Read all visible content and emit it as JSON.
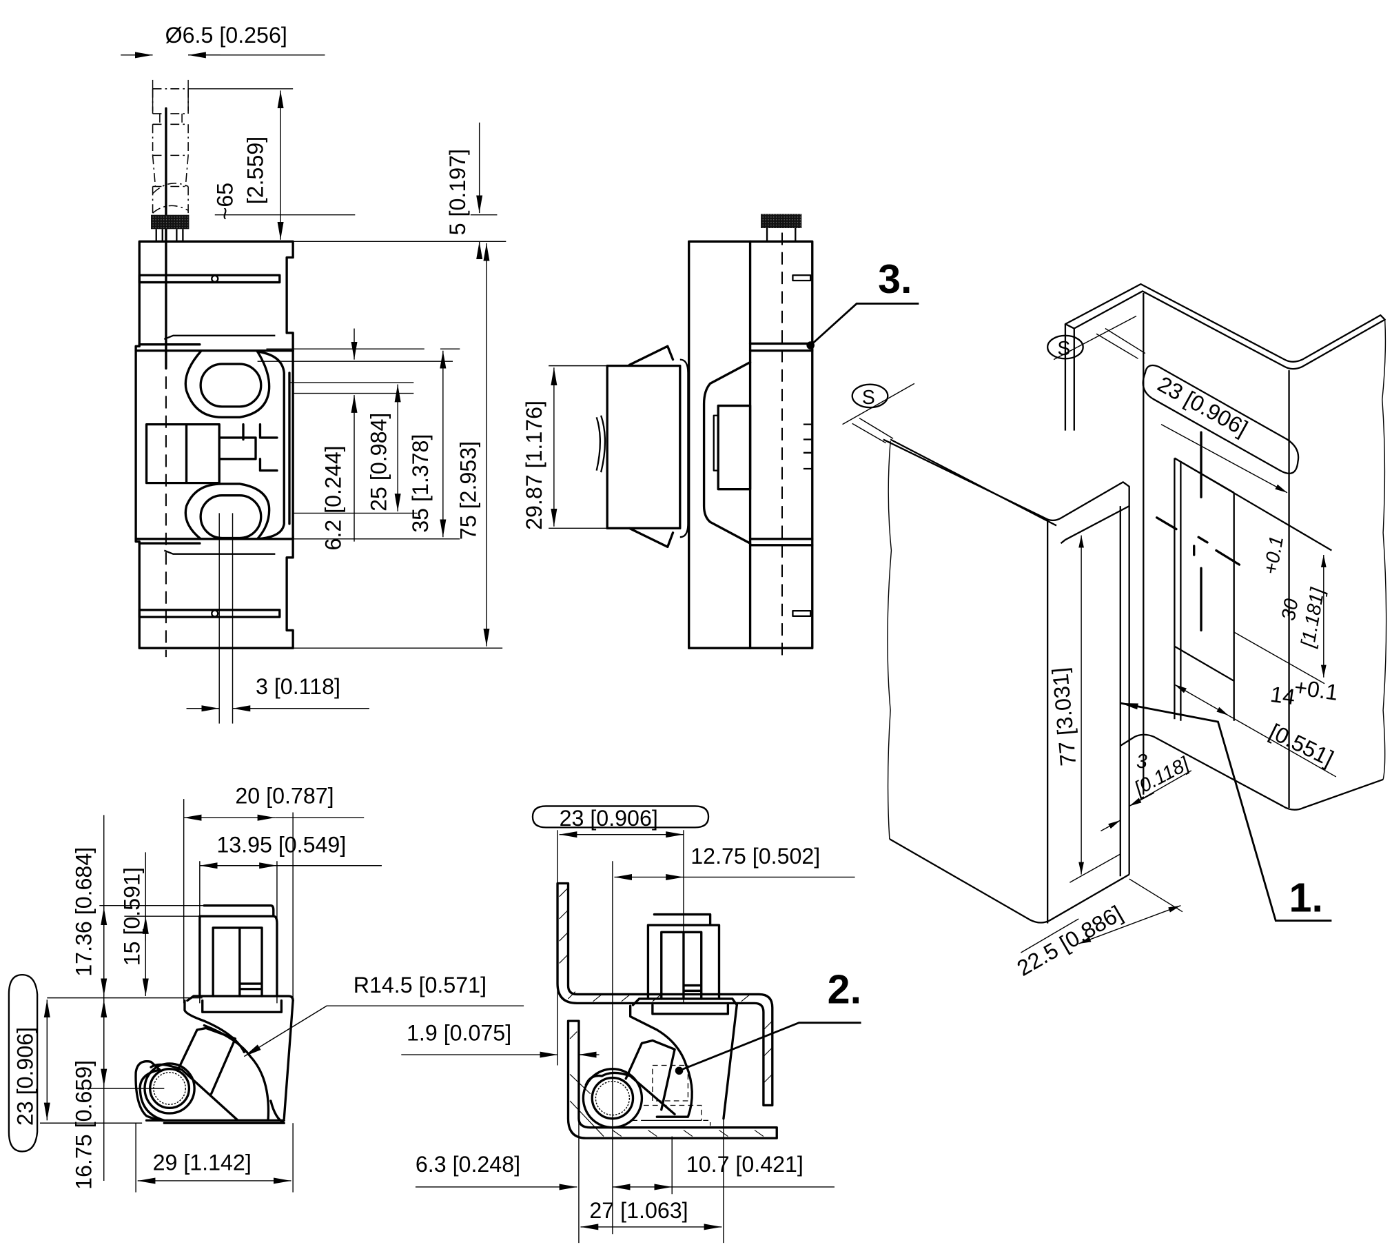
{
  "drawing": {
    "title": "Concealed hinge dimensional drawing",
    "views": {
      "front": {
        "dims": {
          "pin_diameter": "Ø6.5 [0.256]",
          "pin_length_mm": "~65",
          "pin_length_in": "[2.559]",
          "knob_height": "5 [0.197]",
          "overall_height": "75 [2.953]",
          "slot_span": "35 [1.378]",
          "slot_pitch": "25 [0.984]",
          "slot_width": "6.2 [0.244]",
          "pin_offset": "3 [0.118]"
        }
      },
      "side": {
        "dims": {
          "leaf_height": "29.87 [1.176]"
        },
        "callout": "3."
      },
      "plan_left": {
        "dims": {
          "width_overall": "20 [0.787]",
          "width_body": "13.95 [0.549]",
          "height_total": "17.36 [0.684]",
          "height_body": "15 [0.591]",
          "radius": "R14.5 [0.571]",
          "depth_ref": "23 [0.906]",
          "pivot_height": "16.75 [0.659]",
          "base_width": "29 [1.142]"
        }
      },
      "plan_installed": {
        "dims": {
          "gap_ref": "23 [0.906]",
          "offset_top": "12.75 [0.502]",
          "sheet_thickness": "1.9 [0.075]",
          "pivot_offset": "6.3 [0.248]",
          "mount_offset": "10.7 [0.421]",
          "overall_depth": "27 [1.063]"
        },
        "callout": "2."
      },
      "cutout_iso": {
        "dims": {
          "flange_width": "23 [0.906]",
          "cutout_height_nominal": "30",
          "cutout_height_tol": "+0.1",
          "cutout_height_in": "[1.181]",
          "cutout_width_nominal": "14",
          "cutout_width_tol": "+0.1",
          "cutout_width_in": "[0.551]",
          "opening_height": "77 [3.031]",
          "edge_clearance_mm": "3",
          "edge_clearance_in": "[0.118]",
          "return_depth": "22.5 [0.886]",
          "thickness_symbol_1": "S",
          "thickness_symbol_2": "S"
        },
        "callout": "1."
      }
    }
  }
}
